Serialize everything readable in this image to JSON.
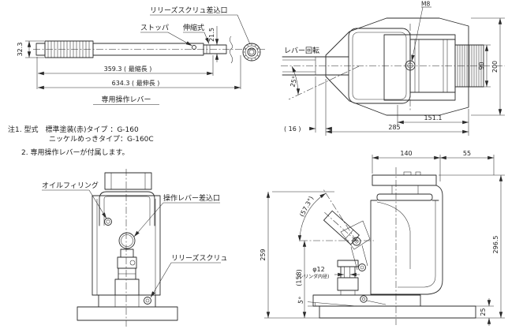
{
  "lever_view": {
    "caption": "専用操作レバー",
    "label_release_port": "リリーズスクリュ差込口",
    "label_stopper": "ストッパ",
    "label_telescopic": "伸縮式",
    "dim_grip_width": "32.3",
    "dim_tip_width": "21.5",
    "dim_collapsed": "359.3 ( 最縮長 )",
    "dim_extended": "634.3 ( 最伸長 )"
  },
  "notes": {
    "line1": "注1. 型式　標準塗装(赤)タイプ ：G-160",
    "line2": "ニッケルめっきタイプ：G-160C",
    "line3": "2. 専用操作レバーが付属します。"
  },
  "top_view": {
    "label_m8": "M8",
    "label_lever_rotation": "レバー回転",
    "dim_swing": "25°",
    "dim_body_width": "90",
    "dim_overall_width": "200",
    "dim_len_inner": "151.1",
    "dim_len_overall": "285",
    "dim_socket_offset": "( 16 )"
  },
  "front_view": {
    "label_oil_filling": "オイルフィリング",
    "label_lever_port": "操作レバー差込口",
    "label_release_screw": "リリーズスクリュ"
  },
  "side_view": {
    "dim_top_front": "140",
    "dim_top_rear": "55",
    "dim_lever_swing": "(57.3°)",
    "dim_height_left": "259",
    "dim_socket_height": "(158)",
    "dim_cylinder_bore": "φ12",
    "dim_cylinder_bore_note": "(シリンダ内径)",
    "dim_toe_angle": "5°",
    "dim_overall_height": "296.5",
    "dim_toe_height": "25"
  }
}
